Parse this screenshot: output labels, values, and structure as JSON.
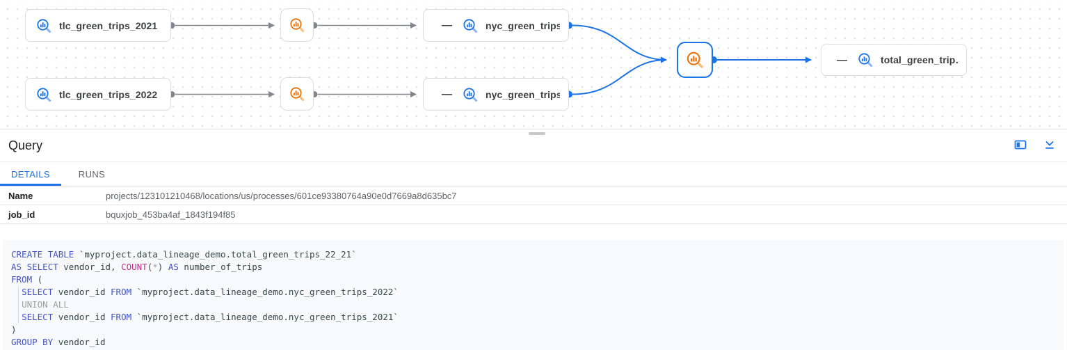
{
  "colors": {
    "accent_blue": "#1a73e8",
    "process_orange": "#e8710a",
    "edge_gray": "#80868b",
    "node_border": "#dadce0",
    "keyword_blue": "#4254c5",
    "function_magenta": "#c42f8d",
    "muted_gray": "#9aa0a6"
  },
  "lineage": {
    "nodes": [
      {
        "label": "tlc_green_trips_2021"
      },
      {
        "label": "tlc_green_trips_2022"
      },
      {
        "label": "nyc_green_trips…",
        "collapse_control": "—"
      },
      {
        "label": "nyc_green_trips…",
        "collapse_control": "—"
      },
      {
        "label": "total_green_trip…",
        "collapse_control": "—"
      }
    ]
  },
  "panel": {
    "title": "Query",
    "icons": [
      {
        "name": "splitscreen-icon"
      },
      {
        "name": "collapse-panel-icon"
      }
    ],
    "tabs": [
      {
        "label": "DETAILS",
        "active": true
      },
      {
        "label": "RUNS",
        "active": false
      }
    ],
    "details": [
      {
        "label": "Name",
        "value": "projects/123101210468/locations/us/processes/601ce93380764a90e0d7669a8d635bc7"
      },
      {
        "label": "job_id",
        "value": "bquxjob_453ba4af_1843f194f85"
      }
    ]
  },
  "sql": {
    "lines": [
      [
        {
          "c": "k",
          "t": "CREATE"
        },
        {
          "c": "p",
          "t": " "
        },
        {
          "c": "k",
          "t": "TABLE"
        },
        {
          "c": "p",
          "t": " `myproject.data_lineage_demo.total_green_trips_22_21`"
        }
      ],
      [
        {
          "c": "k",
          "t": "AS"
        },
        {
          "c": "p",
          "t": " "
        },
        {
          "c": "k",
          "t": "SELECT"
        },
        {
          "c": "p",
          "t": " vendor_id, "
        },
        {
          "c": "f",
          "t": "COUNT"
        },
        {
          "c": "p",
          "t": "("
        },
        {
          "c": "g",
          "t": "*"
        },
        {
          "c": "p",
          "t": ") "
        },
        {
          "c": "k",
          "t": "AS"
        },
        {
          "c": "p",
          "t": " number_of_trips"
        }
      ],
      [
        {
          "c": "k",
          "t": "FROM"
        },
        {
          "c": "p",
          "t": " ("
        }
      ],
      [
        {
          "c": "p",
          "t": "  "
        },
        {
          "c": "k",
          "t": "SELECT"
        },
        {
          "c": "p",
          "t": " vendor_id "
        },
        {
          "c": "k",
          "t": "FROM"
        },
        {
          "c": "p",
          "t": " `myproject.data_lineage_demo.nyc_green_trips_2022`"
        }
      ],
      [
        {
          "c": "p",
          "t": "  "
        },
        {
          "c": "g",
          "t": "UNION ALL"
        }
      ],
      [
        {
          "c": "p",
          "t": "  "
        },
        {
          "c": "k",
          "t": "SELECT"
        },
        {
          "c": "p",
          "t": " vendor_id "
        },
        {
          "c": "k",
          "t": "FROM"
        },
        {
          "c": "p",
          "t": " `myproject.data_lineage_demo.nyc_green_trips_2021`"
        }
      ],
      [
        {
          "c": "p",
          "t": ")"
        }
      ],
      [
        {
          "c": "k",
          "t": "GROUP BY"
        },
        {
          "c": "p",
          "t": " vendor_id"
        }
      ]
    ]
  }
}
